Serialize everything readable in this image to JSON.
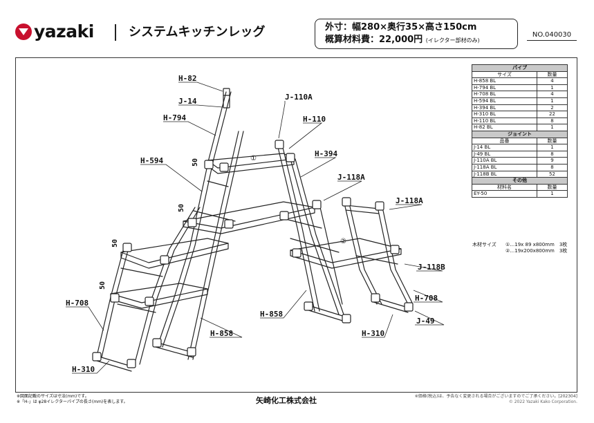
{
  "header": {
    "brand": "yazaki",
    "title": "システムキッチンレッグ",
    "spec_size": "外寸：幅280×奥行35×高さ150cm",
    "spec_cost": "概算材料費：22,000円",
    "spec_cost_note": "(イレクター部材のみ)",
    "doc_no": "NO.040030"
  },
  "parts_table": {
    "pipe_header": "パイプ",
    "pipe_cols": [
      "サイズ",
      "数量"
    ],
    "pipes": [
      {
        "name": "H-858 BL",
        "qty": "4"
      },
      {
        "name": "H-794 BL",
        "qty": "1"
      },
      {
        "name": "H-708 BL",
        "qty": "4"
      },
      {
        "name": "H-594 BL",
        "qty": "1"
      },
      {
        "name": "H-394 BL",
        "qty": "2"
      },
      {
        "name": "H-310 BL",
        "qty": "22"
      },
      {
        "name": "H-110 BL",
        "qty": "8"
      },
      {
        "name": "H-82 BL",
        "qty": "1"
      }
    ],
    "joint_header": "ジョイント",
    "joint_cols": [
      "品番",
      "数量"
    ],
    "joints": [
      {
        "name": "J-14 BL",
        "qty": "1"
      },
      {
        "name": "J-49 BL",
        "qty": "8"
      },
      {
        "name": "J-110A BL",
        "qty": "9"
      },
      {
        "name": "J-118A BL",
        "qty": "8"
      },
      {
        "name": "J-118B BL",
        "qty": "52"
      }
    ],
    "other_header": "その他",
    "other_cols": [
      "材料名",
      "数量"
    ],
    "others": [
      {
        "name": "EY-50",
        "qty": "1"
      }
    ]
  },
  "wood": {
    "label": "木材サイズ",
    "line1": "①…19x 89 x800mm　3枚",
    "line2": "②…19x200x800mm　3枚"
  },
  "drawing_labels": {
    "h82": "H-82",
    "j14": "J-14",
    "h794": "H-794",
    "h594": "H-594",
    "j110a": "J-110A",
    "h110": "H-110",
    "h394": "H-394",
    "j118a_1": "J-118A",
    "j118a_2": "J-118A",
    "j118b": "J-118B",
    "h708_left": "H-708",
    "h708_right": "H-708",
    "j49": "J-49",
    "h858_left": "H-858",
    "h858_center": "H-858",
    "h310_left": "H-310",
    "h310_right": "H-310",
    "dim50": "50",
    "board1": "①",
    "board2": "②"
  },
  "footer": {
    "note1": "※図面記載のサイズは寸法(mm)です。",
    "note2": "※「H-」は φ28イレクターパイプの長さ(mm)を表します。",
    "company": "矢崎化工株式会社",
    "price_note": "※価格(税込)は、予告なく変更される場合がございますのでご了承ください。[202304]",
    "copyright": "© 2022 Yazaki Kako Corporation."
  }
}
